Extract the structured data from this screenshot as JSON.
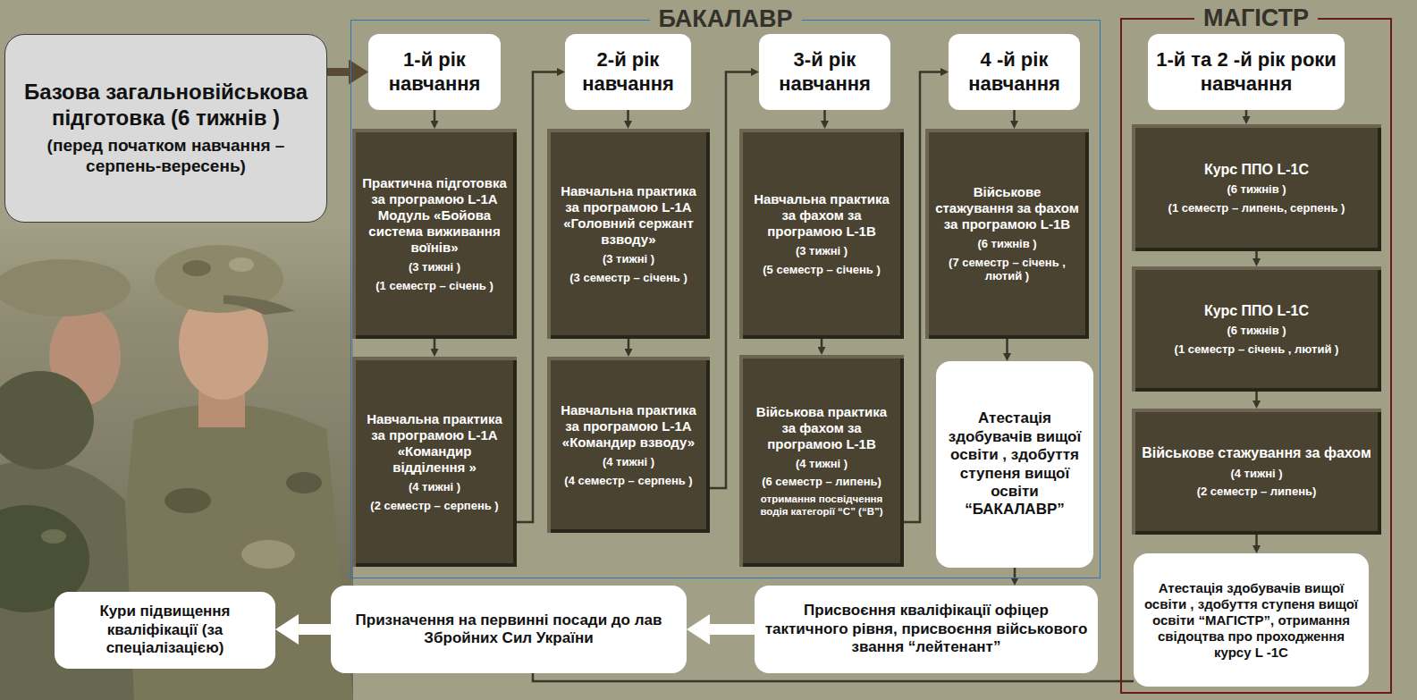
{
  "diagram": {
    "nodes": [
      {
        "text": [
          "Базова загальновійськова підготовка (6 тижнів )",
          "(перед початком навчання – серпень-вересень)"
        ]
      },
      {
        "text": [
          "БАКАЛАВР"
        ]
      },
      {
        "text": [
          "1-й рік навчання"
        ],
        "in": 1
      },
      {
        "text": [
          "Практична підготовка за програмою L-1A Модуль «Бойова система виживання воїнів»",
          "(3 тижні )",
          "(1 семестр – січень )"
        ],
        "in": 1
      },
      {
        "text": [
          "Навчальна практика за програмою L-1A «Командир відділення »",
          "(4 тижні )",
          "(2 семестр – серпень )"
        ],
        "in": 1
      },
      {
        "text": [
          "2-й рік навчання"
        ],
        "in": 1
      },
      {
        "text": [
          "Навчальна практика за програмою L-1A «Головний сержант взводу»",
          "(3 тижні )",
          "(3 семестр – січень )"
        ],
        "in": 1
      },
      {
        "text": [
          "Навчальна практика за програмою L-1A «Командир взводу»",
          "(4 тижні )",
          "(4 семестр – серпень )"
        ],
        "in": 1
      },
      {
        "text": [
          "3-й рік навчання"
        ],
        "in": 1
      },
      {
        "text": [
          "Навчальна практика за фахом за програмою L-1B",
          "(3 тижні )",
          "(5 семестр – січень )"
        ],
        "in": 1
      },
      {
        "text": [
          "Військова практика за фахом за програмою L-1B",
          "(4 тижні )",
          "(6 семестр – липень)",
          "отримання посвідчення водія категорії “С” (“В”)"
        ],
        "in": 1
      },
      {
        "text": [
          "4 -й рік навчання"
        ],
        "in": 1
      },
      {
        "text": [
          "Військове стажування за фахом за програмою L-1B",
          "(6 тижнів )",
          "(7 семестр – січень , лютий )"
        ],
        "in": 1
      },
      {
        "text": [
          "Атестація здобувачів вищої освіти , здобуття ступеня вищої освіти “БАКАЛАВР”"
        ],
        "in": 1
      },
      {
        "text": [
          "МАГІСТР"
        ]
      },
      {
        "text": [
          "1-й та 2 -й рік роки навчання"
        ],
        "in": 14
      },
      {
        "text": [
          "Курс ППО L-1C",
          "(6 тижнів )",
          "(1 семестр – липень, серпень )"
        ],
        "in": 14
      },
      {
        "text": [
          "Курс ППО L-1C",
          "(6 тижнів )",
          "(1 семестр – січень , лютий )"
        ],
        "in": 14
      },
      {
        "text": [
          "Військове стажування за фахом",
          "(4 тижні )",
          "(2 семестр – липень)"
        ],
        "in": 14
      },
      {
        "text": [
          "Атестація здобувачів вищої освіти , здобуття ступеня вищої освіти “МАГІСТР”, отримання свідоцтва про проходження курсу L -1C"
        ],
        "in": 14
      },
      {
        "text": [
          "Присвоєння кваліфікації офіцер тактичного рівня, присвоєння військового звання “лейтенант”"
        ]
      },
      {
        "text": [
          "Призначення на первинні посади до лав Збройних Сил України"
        ]
      },
      {
        "text": [
          "Кури підвищення кваліфікації (за спеціалізацією)"
        ]
      }
    ],
    "edges": [
      {
        "from": 0,
        "to": 2,
        "arrow": "to"
      },
      {
        "from": 2,
        "to": 3,
        "arrow": "to"
      },
      {
        "from": 3,
        "to": 4,
        "arrow": "to"
      },
      {
        "from": 4,
        "to": 5,
        "arrow": "to"
      },
      {
        "from": 5,
        "to": 6,
        "arrow": "to"
      },
      {
        "from": 6,
        "to": 7,
        "arrow": "to"
      },
      {
        "from": 7,
        "to": 8,
        "arrow": "to"
      },
      {
        "from": 8,
        "to": 9,
        "arrow": "to"
      },
      {
        "from": 9,
        "to": 10,
        "arrow": "to"
      },
      {
        "from": 10,
        "to": 11,
        "arrow": "to"
      },
      {
        "from": 11,
        "to": 12,
        "arrow": "to"
      },
      {
        "from": 12,
        "to": 13,
        "arrow": "to"
      },
      {
        "from": 13,
        "to": 20,
        "arrow": "to"
      },
      {
        "from": 20,
        "to": 21,
        "arrow": "to"
      },
      {
        "from": 21,
        "to": 22,
        "arrow": "to"
      },
      {
        "from": 15,
        "to": 16,
        "arrow": "to"
      },
      {
        "from": 16,
        "to": 17,
        "arrow": "to"
      },
      {
        "from": 17,
        "to": 18,
        "arrow": "to"
      },
      {
        "from": 18,
        "to": 19,
        "arrow": "to"
      },
      {
        "from": 19,
        "to": 21,
        "arrow": "none"
      }
    ]
  }
}
